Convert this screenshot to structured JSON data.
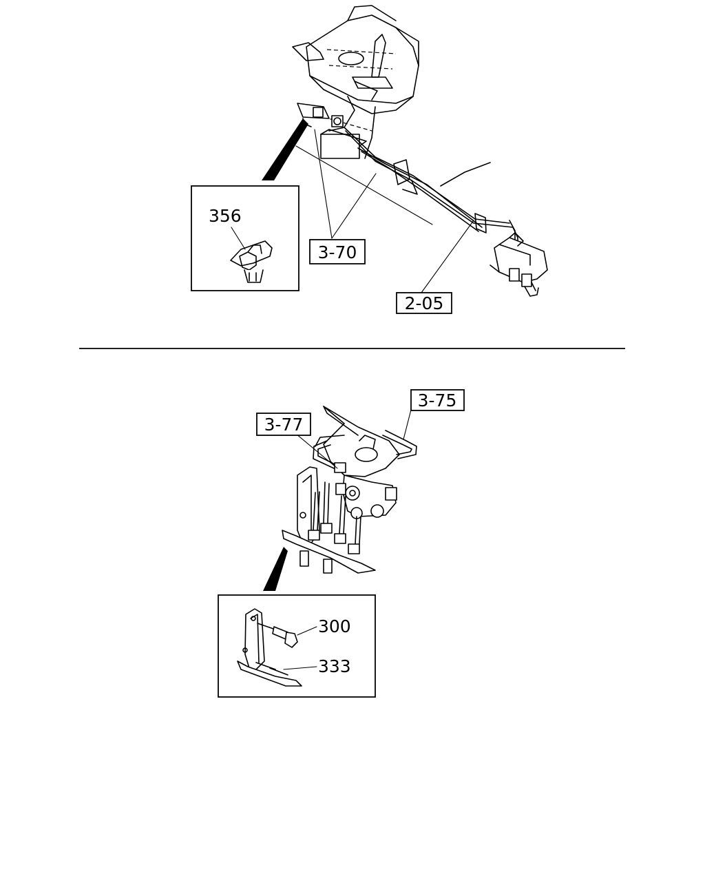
{
  "callouts": {
    "top_inset_part": "356",
    "ref_3_70": "3-70",
    "ref_2_05": "2-05",
    "ref_3_75": "3-75",
    "ref_3_77": "3-77",
    "bottom_inset_bolt": "300",
    "bottom_inset_bracket": "333"
  }
}
